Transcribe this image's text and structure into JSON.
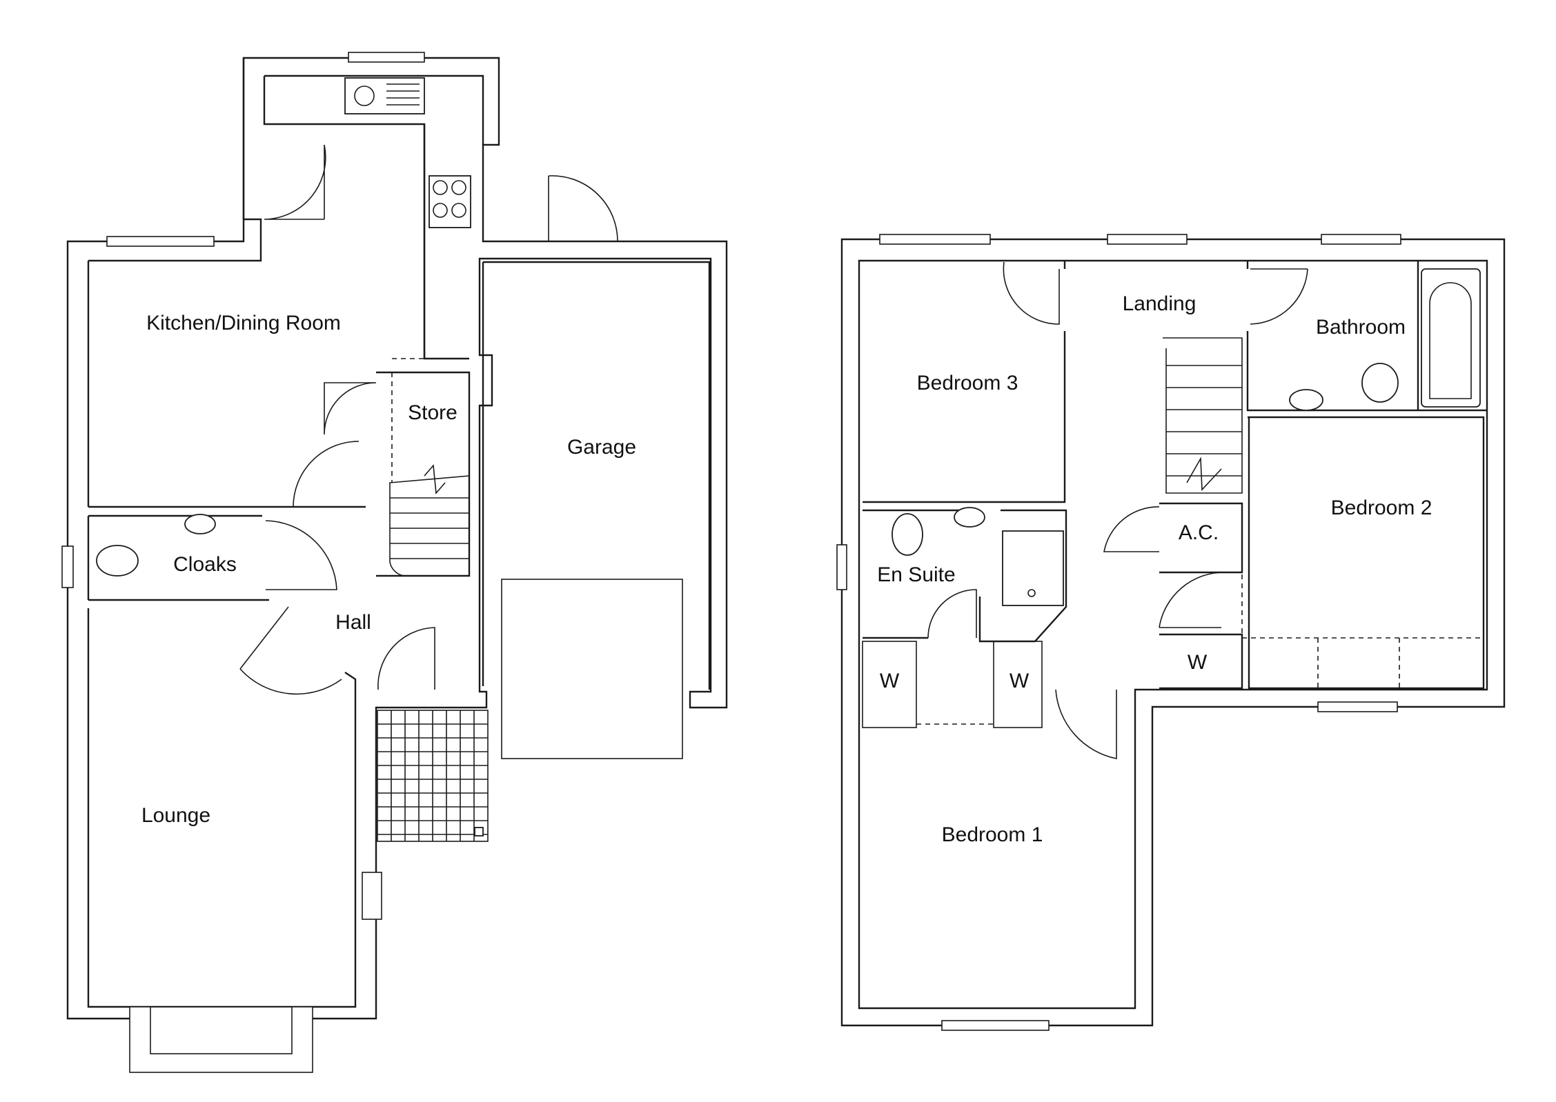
{
  "floor_plans": [
    {
      "rooms": {
        "kitchen": "Kitchen/Dining Room",
        "store": "Store",
        "garage": "Garage",
        "cloaks": "Cloaks",
        "hall": "Hall",
        "lounge": "Lounge"
      }
    },
    {
      "rooms": {
        "landing": "Landing",
        "bathroom": "Bathroom",
        "bedroom3": "Bedroom 3",
        "bedroom2": "Bedroom 2",
        "ac": "A.C.",
        "ensuite": "En Suite",
        "wardrobe_left": "W",
        "wardrobe_mid": "W",
        "wardrobe_right": "W",
        "bedroom1": "Bedroom 1"
      }
    }
  ]
}
